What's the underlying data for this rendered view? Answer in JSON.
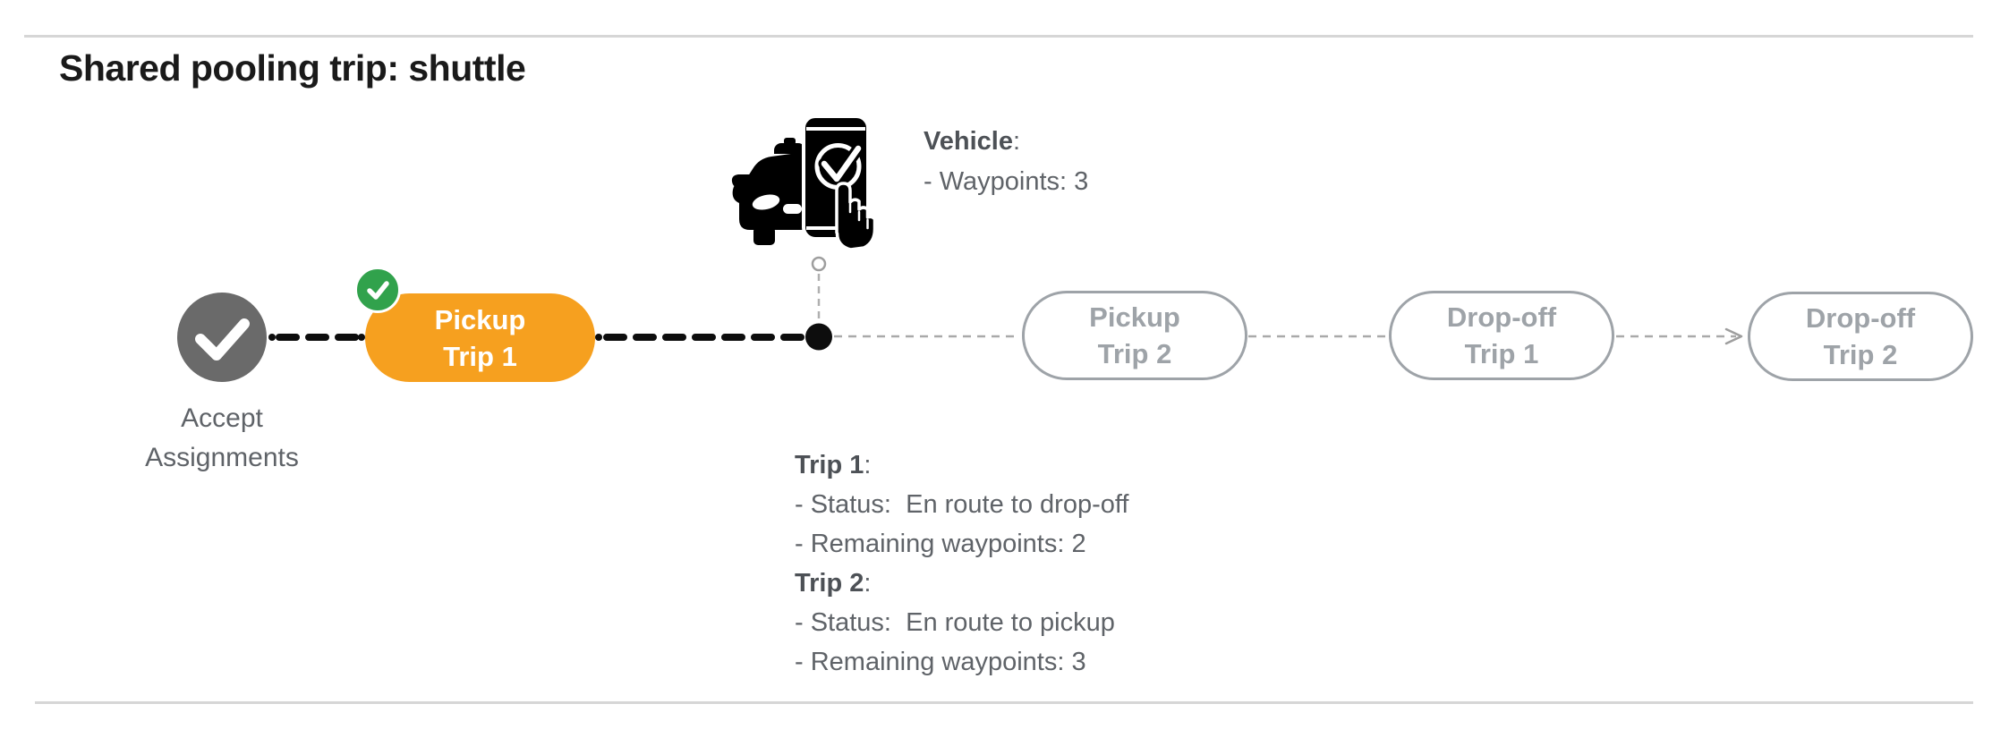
{
  "page": {
    "title": "Shared pooling trip: shuttle"
  },
  "colors": {
    "accent_orange": "#F6A01F",
    "accent_green": "#31A24C",
    "start_node_gray": "#6A6A6A",
    "upcoming_pill_gray": "#9EA3A8",
    "divider_gray": "#D6D6D6",
    "connector_black": "#0D0D0D",
    "connector_gray": "#9E9E9E",
    "text_dark": "#4D5156",
    "text_muted": "#5F6368"
  },
  "vehicle_info": {
    "title": "Vehicle",
    "colon": ":",
    "waypoints_line": "- Waypoints: 3"
  },
  "start_node": {
    "icon": "check-icon",
    "label_line1": "Accept",
    "label_line2": "Assignments"
  },
  "nodes": [
    {
      "line1": "Pickup",
      "line2": "Trip 1",
      "state": "completed-current",
      "badge": "check-icon"
    },
    {
      "line1": "Pickup",
      "line2": "Trip 2",
      "state": "upcoming"
    },
    {
      "line1": "Drop-off",
      "line2": "Trip 1",
      "state": "upcoming"
    },
    {
      "line1": "Drop-off",
      "line2": "Trip 2",
      "state": "upcoming"
    }
  ],
  "trip_info": {
    "trip1_title": "Trip 1",
    "trip1_colon": ":",
    "trip1_status": "- Status:  En route to drop-off",
    "trip1_waypoints": "- Remaining waypoints: 2",
    "trip2_title": "Trip 2",
    "trip2_colon": ":",
    "trip2_status": "- Status:  En route to pickup",
    "trip2_waypoints": "- Remaining waypoints: 3"
  }
}
